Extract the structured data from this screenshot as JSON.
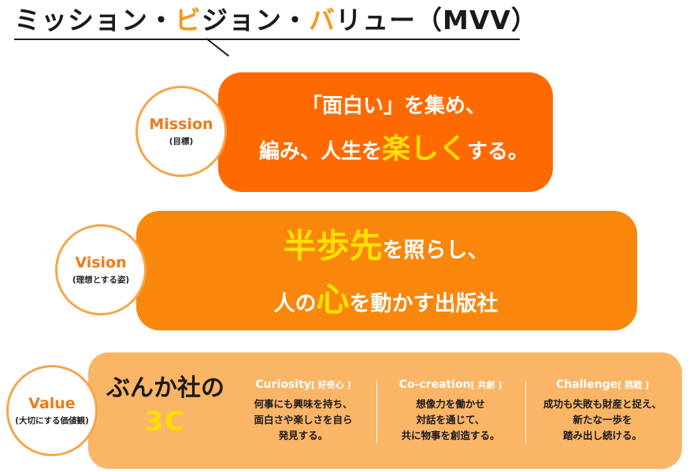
{
  "title": {
    "parts": [
      "ミッション・",
      "ビ",
      "ジョン・",
      "バ",
      "リュー（MVV）"
    ]
  },
  "mission": {
    "label_en": "Mission",
    "label_ja": "(目標)",
    "line1": "「面白い」を集め、",
    "line2_a": "編み、人生を",
    "line2_hl": "楽しく",
    "line2_b": "する。"
  },
  "vision": {
    "label_en": "Vision",
    "label_ja": "(理想とする姿)",
    "line1_hl": "半歩先",
    "line1_b": "を照らし、",
    "line2_a": "人の",
    "line2_hl": "心",
    "line2_b": "を動かす出版社"
  },
  "value": {
    "label_en": "Value",
    "label_ja": "(大切にする価値観)",
    "heading1": "ぶんか社の",
    "heading2": "3C",
    "items": [
      {
        "name": "Curiosity",
        "bracket": "[ 好奇心 ]",
        "lines": [
          "何事にも興味を持ち、",
          "面白さや楽しさを自ら",
          "発見する。"
        ]
      },
      {
        "name": "Co-creation",
        "bracket": "[ 共創 ]",
        "lines": [
          "想像力を働かせ",
          "対話を通じて、",
          "共に物事を創造する。"
        ]
      },
      {
        "name": "Challenge",
        "bracket": "[ 挑戦 ]",
        "lines": [
          "成功も失敗も財産と捉え、",
          "新たな一歩を",
          "踏み出し続ける。"
        ]
      }
    ]
  },
  "colors": {
    "mission_bar": "#ff6a00",
    "vision_bar": "#f8870c",
    "value_bar": "#fbb567",
    "highlight_yellow": "#ffe100",
    "accent_orange": "#f39a1e"
  }
}
